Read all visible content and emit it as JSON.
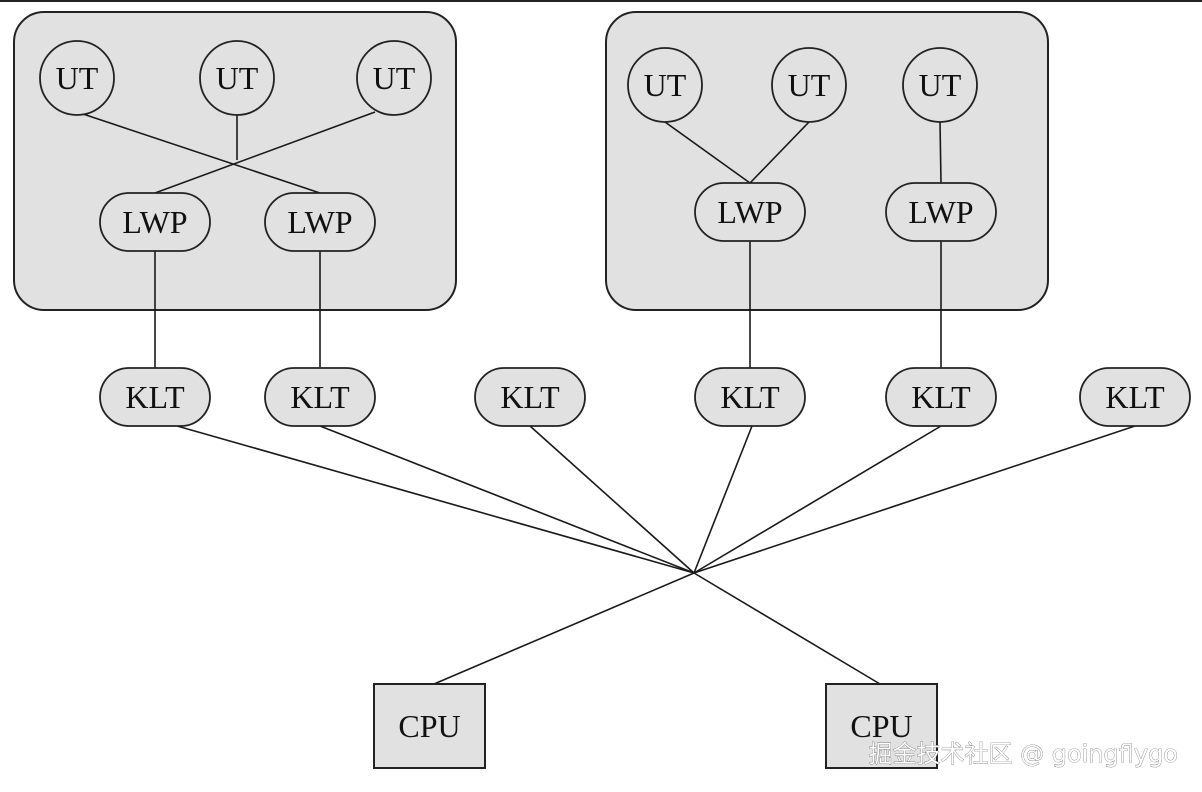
{
  "diagram": {
    "processes": [
      {
        "id": "p1",
        "uts": [
          {
            "id": "p1-ut1",
            "label": "UT"
          },
          {
            "id": "p1-ut2",
            "label": "UT"
          },
          {
            "id": "p1-ut3",
            "label": "UT"
          }
        ],
        "lwps": [
          {
            "id": "p1-lwp1",
            "label": "LWP"
          },
          {
            "id": "p1-lwp2",
            "label": "LWP"
          }
        ]
      },
      {
        "id": "p2",
        "uts": [
          {
            "id": "p2-ut1",
            "label": "UT"
          },
          {
            "id": "p2-ut2",
            "label": "UT"
          },
          {
            "id": "p2-ut3",
            "label": "UT"
          }
        ],
        "lwps": [
          {
            "id": "p2-lwp1",
            "label": "LWP"
          },
          {
            "id": "p2-lwp2",
            "label": "LWP"
          }
        ]
      }
    ],
    "klts": [
      {
        "id": "klt1",
        "label": "KLT"
      },
      {
        "id": "klt2",
        "label": "KLT"
      },
      {
        "id": "klt3",
        "label": "KLT"
      },
      {
        "id": "klt4",
        "label": "KLT"
      },
      {
        "id": "klt5",
        "label": "KLT"
      },
      {
        "id": "klt6",
        "label": "KLT"
      }
    ],
    "cpus": [
      {
        "id": "cpu1",
        "label": "CPU"
      },
      {
        "id": "cpu2",
        "label": "CPU"
      }
    ],
    "edges": [
      [
        "p1-ut1",
        "p1-lwp2"
      ],
      [
        "p1-ut2",
        "p1-lwp1"
      ],
      [
        "p1-ut3",
        "p1-lwp1"
      ],
      [
        "p1-lwp1",
        "klt1"
      ],
      [
        "p1-lwp2",
        "klt2"
      ],
      [
        "p2-ut1",
        "p2-lwp1"
      ],
      [
        "p2-ut2",
        "p2-lwp1"
      ],
      [
        "p2-ut3",
        "p2-lwp2"
      ],
      [
        "p2-lwp1",
        "klt4"
      ],
      [
        "p2-lwp2",
        "klt5"
      ],
      [
        "klt1",
        "hub"
      ],
      [
        "klt2",
        "hub"
      ],
      [
        "klt3",
        "hub"
      ],
      [
        "klt4",
        "hub"
      ],
      [
        "klt5",
        "hub"
      ],
      [
        "klt6",
        "hub"
      ],
      [
        "hub",
        "cpu1"
      ],
      [
        "hub",
        "cpu2"
      ]
    ]
  },
  "watermark": "掘金技术社区 @ goingflygo"
}
